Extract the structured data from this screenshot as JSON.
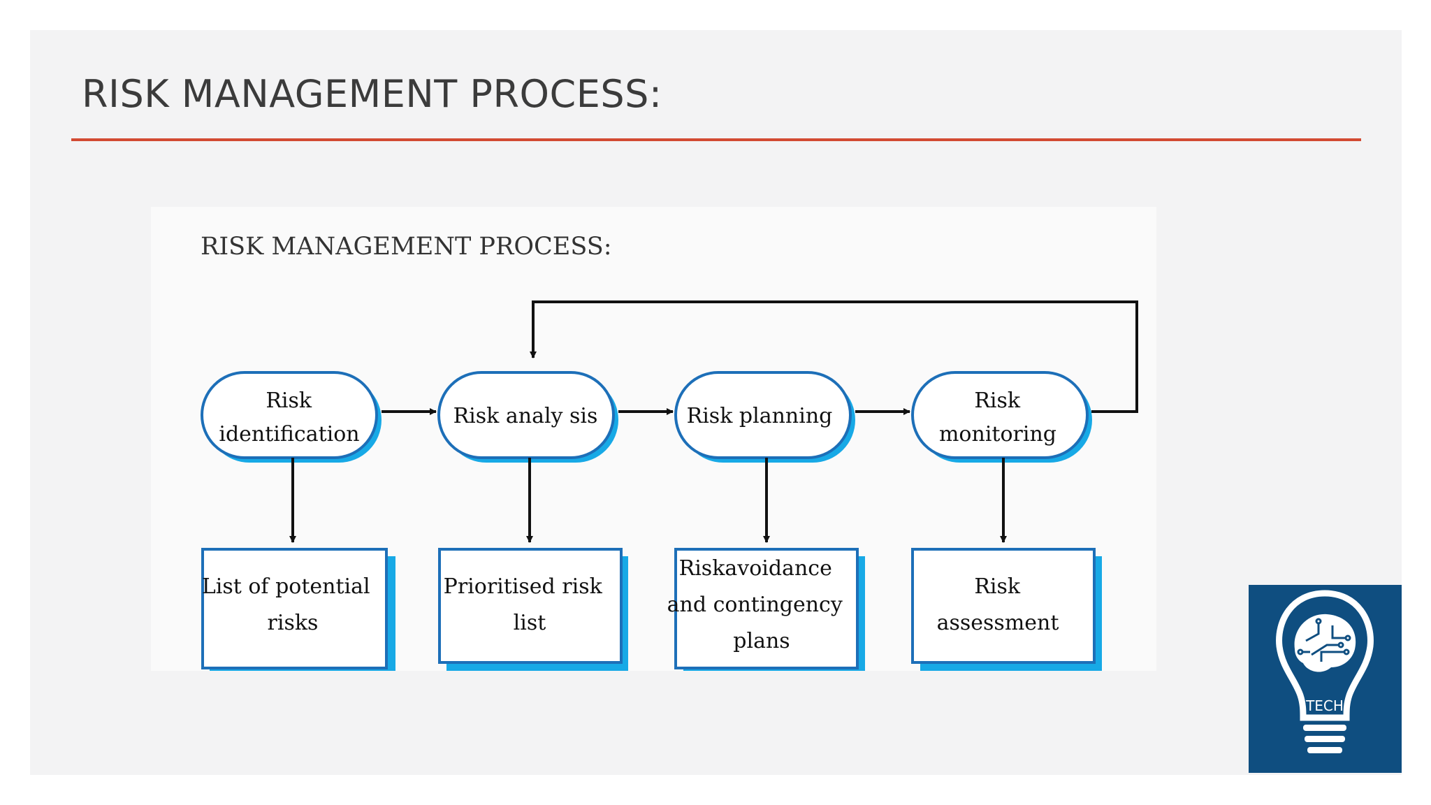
{
  "slide": {
    "title": "RISK MANAGEMENT PROCESS:"
  },
  "figure": {
    "heading": "RISK MANAGEMENT PROCESS:",
    "process_steps": [
      {
        "lines": [
          "Risk",
          "identification"
        ]
      },
      {
        "lines": [
          "Risk analy sis"
        ]
      },
      {
        "lines": [
          "Risk planning"
        ]
      },
      {
        "lines": [
          "Risk",
          "monitoring"
        ]
      }
    ],
    "outputs": [
      {
        "lines": [
          "List of potential",
          "risks"
        ]
      },
      {
        "lines": [
          "Prioritised risk",
          "list"
        ]
      },
      {
        "lines": [
          "Riskavoidance",
          "and contingency",
          "plans"
        ]
      },
      {
        "lines": [
          "Risk",
          "assessment"
        ]
      }
    ]
  },
  "logo": {
    "text": "TECH"
  },
  "colors": {
    "accent_rule": "#d24a32",
    "node_border": "#1d6fb8",
    "node_shadow": "#17a9e6",
    "logo_bg": "#0f4e80"
  }
}
